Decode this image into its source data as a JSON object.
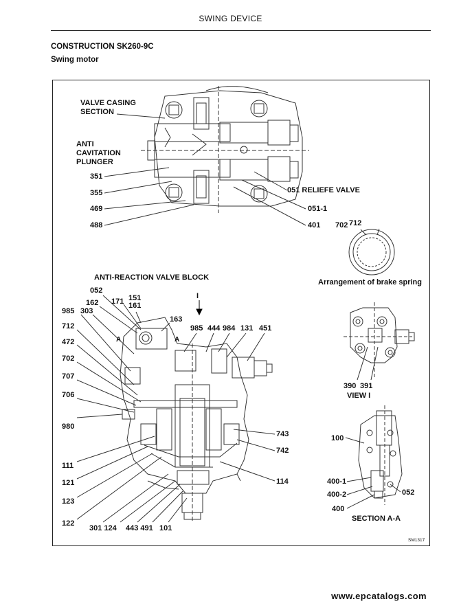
{
  "header": {
    "title": "SWING DEVICE"
  },
  "subheading": {
    "construction": "CONSTRUCTION SK260-9C",
    "component": "Swing motor"
  },
  "labels": {
    "valve_casing_section": "VALVE CASING\nSECTION",
    "anti_cavitation_plunger": "ANTI\nCAVITATION\nPLUNGER",
    "n351": "351",
    "n355": "355",
    "n469": "469",
    "n488": "488",
    "n051_relief": "051 RELIEFE VALVE",
    "n051_1": "051-1",
    "n401": "401",
    "n702_top": "702",
    "n712_top": "712",
    "brake_spring_caption": "Arrangement of brake spring",
    "anti_reaction_valve_block": "ANTI-REACTION VALVE BLOCK",
    "n052": "052",
    "n162": "162",
    "n171": "171",
    "n151": "151",
    "n161": "161",
    "n985_left": "985",
    "n303": "303",
    "n163": "163",
    "arrow_i": "I",
    "port_a_left": "A",
    "port_a_right": "A",
    "n985_mid": "985",
    "n444": "444",
    "n984": "984",
    "n131": "131",
    "n451": "451",
    "n712": "712",
    "n472": "472",
    "n702": "702",
    "n707": "707",
    "n706": "706",
    "n980": "980",
    "n743": "743",
    "n742": "742",
    "n111": "111",
    "n114": "114",
    "n121": "121",
    "n123": "123",
    "n122": "122",
    "n301_124": "301 124",
    "n443_491": "443 491",
    "n101": "101",
    "n390": "390",
    "n391": "391",
    "view_i": "VIEW I",
    "n100": "100",
    "n400_1": "400-1",
    "n400_2": "400-2",
    "n400": "400",
    "n052_right": "052",
    "section_a_a": "SECTION A-A",
    "drawing_code": "SM1317"
  },
  "footer": {
    "website": "www.epcatalogs.com"
  }
}
